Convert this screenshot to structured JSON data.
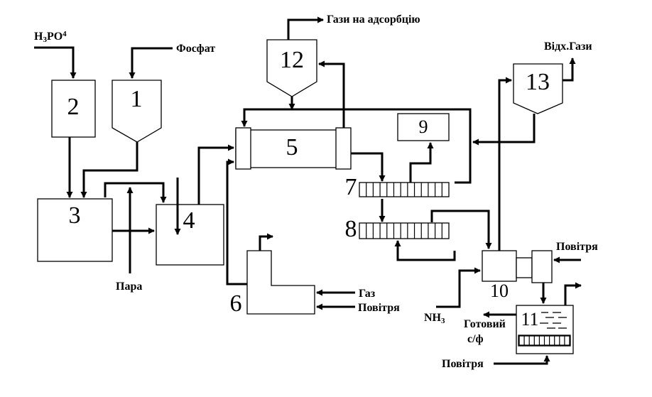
{
  "units": {
    "u1": "1",
    "u2": "2",
    "u3": "3",
    "u4": "4",
    "u5": "5",
    "u6": "6",
    "u7": "7",
    "u8": "8",
    "u9": "9",
    "u10": "10",
    "u11": "11",
    "u12": "12",
    "u13": "13"
  },
  "labels": {
    "h3po4_main": "H",
    "h3po4_sub3": "3",
    "h3po4_po": "PO",
    "h3po4_sub4": "4",
    "phosphate": "Фосфат",
    "gases_to_adsorption": "Гази на адсорбцію",
    "waste_gases": "Відх.Гази",
    "steam": "Пара",
    "gas": "Газ",
    "air_6": "Повітря",
    "air_10": "Повітря",
    "air_11": "Повітря",
    "nh3_main": "NH",
    "nh3_sub": "3",
    "finished_line1": "Готовий",
    "finished_line2": "с/ф"
  }
}
